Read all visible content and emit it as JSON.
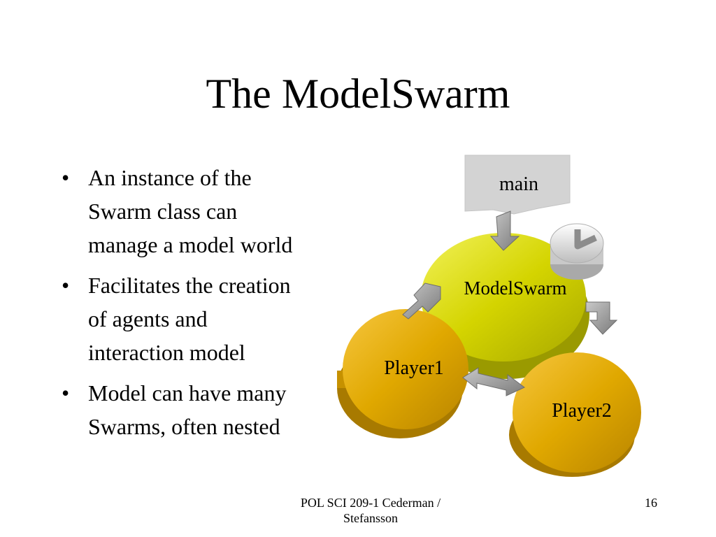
{
  "slide": {
    "title": "The ModelSwarm",
    "bullet_symbol": "•",
    "bullets": [
      {
        "lines": [
          "An instance of the",
          "Swarm class can",
          "manage a model world"
        ]
      },
      {
        "lines": [
          "Facilitates the creation",
          "of agents and",
          "interaction model"
        ]
      },
      {
        "lines": [
          "Model can have many",
          "Swarms, often nested"
        ]
      }
    ],
    "footer_line1": "POL SCI 209-1 Cederman /",
    "footer_line2": "Stefansson",
    "page_number": "16"
  },
  "diagram": {
    "main_label": "main",
    "model_label": "ModelSwarm",
    "player1_label": "Player1",
    "player2_label": "Player2",
    "colors": {
      "model_disk": "#d4d400",
      "player_disk": "#e0a800",
      "main_box": "#d3d3d3",
      "arrow": "#9a9a9a"
    }
  }
}
